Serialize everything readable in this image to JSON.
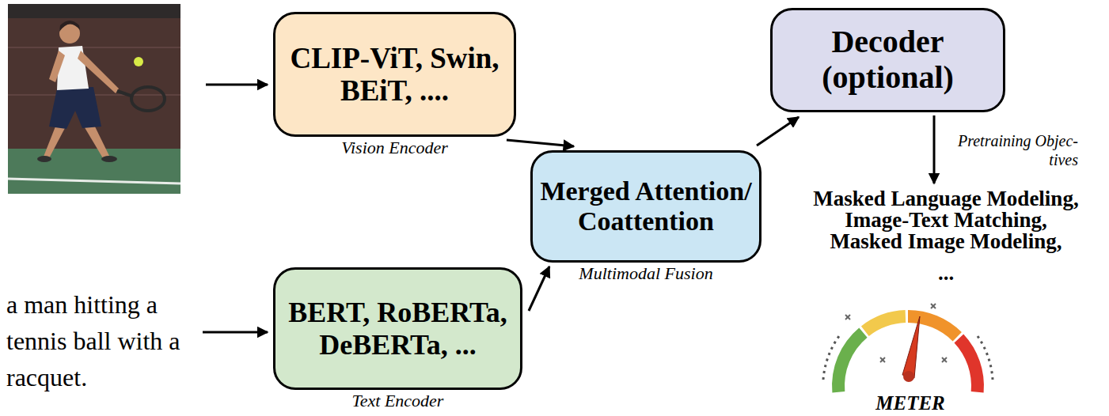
{
  "diagram": {
    "nodes": [
      {
        "text": [
          "CLIP-ViT, Swin, BEiT, ....",
          "Vision Encoder"
        ]
      },
      {
        "text": [
          "BERT, RoBERTa, DeBERTa, ...",
          "Text Encoder"
        ]
      },
      {
        "text": [
          "Merged Attention/ Coattention",
          "Multimodal Fusion"
        ]
      },
      {
        "text": [
          "Decoder (optional)"
        ]
      }
    ],
    "edges": [
      {
        "from": 0,
        "to": 2,
        "arrow": "to"
      },
      {
        "from": 1,
        "to": 2,
        "arrow": "to"
      },
      {
        "from": 2,
        "to": 3,
        "arrow": "to"
      }
    ],
    "labels": [
      "a man hitting a tennis ball with a racquet.",
      "Pretraining Objec- tives",
      "Masked Language Modeling,",
      "Image-Text Matching,",
      "Masked Image Modeling,",
      "...",
      "METER"
    ]
  }
}
